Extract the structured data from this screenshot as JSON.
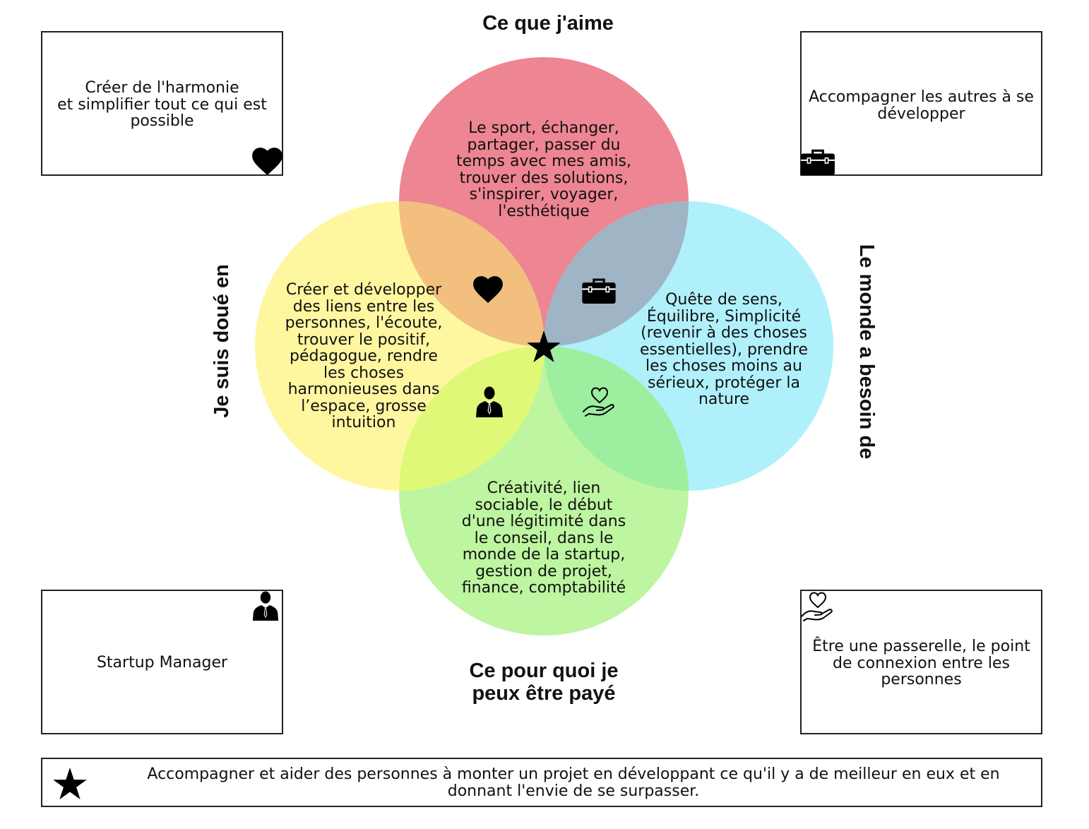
{
  "labels": {
    "top": "Ce que j'aime",
    "left": "Je suis doué en",
    "right": "Le monde a besoin de",
    "bottom_line1": "Ce pour quoi je",
    "bottom_line2": "peux être payé"
  },
  "circles": {
    "top": {
      "color": "#ee8592",
      "lines": [
        "Le sport, échanger,",
        "partager, passer du",
        "temps avec mes amis,",
        "trouver des solutions,",
        "s'inspirer, voyager,",
        "l'esthétique"
      ]
    },
    "left": {
      "color": "#fff7a0",
      "lines": [
        "Créer et développer",
        "des liens entre les",
        "personnes, l'écoute,",
        "trouver le positif,",
        "pédagogue, rendre",
        "les choses",
        "harmonieuses dans",
        "l’espace, grosse",
        "intuition"
      ]
    },
    "right": {
      "color": "#b0f0fb",
      "lines": [
        "Quête de sens,",
        "Équilibre, Simplicité",
        "(revenir à des choses",
        "essentielles), prendre",
        "les choses moins au",
        "sérieux, protéger la",
        "nature"
      ]
    },
    "bottom": {
      "color": "#bdf5a0",
      "lines": [
        "Créativité, lien",
        "sociable, le début",
        "d'une légitimité dans",
        "le conseil, dans le",
        "monde de la startup,",
        "gestion de projet,",
        "finance, comptabilité"
      ]
    }
  },
  "overlaps": {
    "top_left": {
      "color": "#f2bf7e",
      "icon": "heart-icon"
    },
    "top_right": {
      "color": "#9fb5c6",
      "icon": "briefcase-icon"
    },
    "left_bottom": {
      "color": "#e0f878",
      "icon": "businessman-icon"
    },
    "right_bottom": {
      "color": "#9dee9f",
      "icon": "hand-heart-icon"
    },
    "center": {
      "icon": "star-icon"
    }
  },
  "cards": {
    "top_left": {
      "lines": [
        "Créer de l'harmonie",
        "et simplifier tout ce qui est",
        "possible"
      ],
      "icon": "heart-icon"
    },
    "top_right": {
      "lines": [
        "Accompagner les autres à se",
        "développer"
      ],
      "icon": "briefcase-icon"
    },
    "bottom_left": {
      "lines": [
        "Startup Manager"
      ],
      "icon": "businessman-icon"
    },
    "bottom_right": {
      "lines": [
        "Être une passerelle, le point",
        "de connexion entre les",
        "personnes"
      ],
      "icon": "hand-heart-icon"
    }
  },
  "footer": {
    "lines": [
      "Accompagner et aider des personnes à monter un projet en développant ce qu'il y a de meilleur en eux et en",
      "donnant l'envie de se surpasser."
    ],
    "icon": "star-icon"
  }
}
